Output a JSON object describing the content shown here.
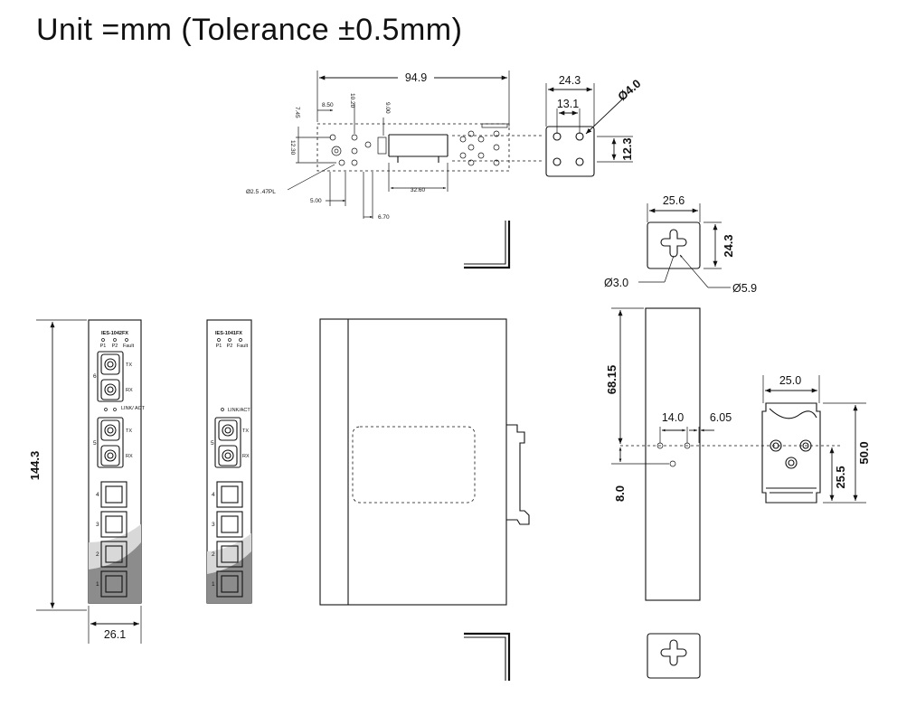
{
  "title": "Unit =mm (Tolerance ±0.5mm)",
  "colors": {
    "ink": "#111111",
    "panel_gray": "#8c8c8c",
    "light_gray": "#d8d8d8"
  },
  "top_view": {
    "overall_width": "94.9",
    "dims": {
      "d_850": "8.50",
      "d_1020": "10.20",
      "d_745": "7.45",
      "d_900": "9.00",
      "d_1230": "12.30",
      "d_500": "5.00",
      "d_670": "6.70",
      "d_3260": "32.60"
    },
    "hole_callout": "Ø2.5 .47PL"
  },
  "side_bracket": {
    "width": "24.3",
    "hole_spacing": "13.1",
    "hole_diameter": "Ø4.0",
    "height": "12.3"
  },
  "wall_mount": {
    "width": "25.6",
    "height": "24.3",
    "small_hole": "Ø3.0",
    "large_hole": "Ø5.9"
  },
  "front_views": [
    {
      "model": "IES-1042FX",
      "leds": [
        "P1",
        "P2",
        "Fault"
      ],
      "fiber_ports": [
        {
          "number": "6",
          "tx": "TX",
          "rx": "RX"
        },
        {
          "number": "5",
          "tx": "TX",
          "rx": "RX"
        }
      ],
      "link_label": "LINK/ ACT",
      "rj45_numbers": [
        "4",
        "3",
        "2",
        "1"
      ]
    },
    {
      "model": "IES-1041FX",
      "leds": [
        "P1",
        "P2",
        "Fault"
      ],
      "fiber_ports": [
        {
          "number": "5",
          "tx": "TX",
          "rx": "RX"
        }
      ],
      "link_label": "LINK/ACT",
      "rj45_numbers": [
        "4",
        "3",
        "2",
        "1"
      ]
    }
  ],
  "front_dims": {
    "height": "144.3",
    "width": "26.1"
  },
  "rear_panel": {
    "d_6815": "68.15",
    "d_140": "14.0",
    "d_605": "6.05",
    "d_80": "8.0"
  },
  "din_clip": {
    "width": "25.0",
    "height": "50.0",
    "hole_height": "25.5"
  }
}
